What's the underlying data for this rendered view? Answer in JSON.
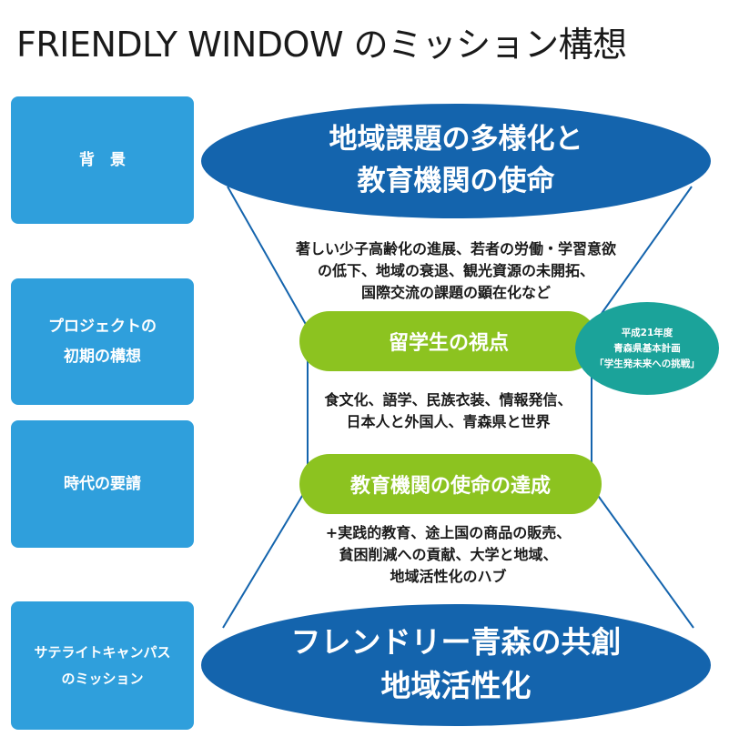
{
  "title": "FRIENDLY WINDOW のミッション構想",
  "sidebar": {
    "items": [
      {
        "lines": [
          "背　景"
        ]
      },
      {
        "lines": [
          "プロジェクトの",
          "初期の構想"
        ]
      },
      {
        "lines": [
          "時代の要請"
        ]
      },
      {
        "lines": [
          "サテライトキャンパス",
          "のミッション"
        ]
      }
    ]
  },
  "top_ellipse": {
    "lines": [
      "地域課題の多様化と",
      "教育機関の使命"
    ]
  },
  "desc_top": {
    "lines": [
      "著しい少子高齢化の進展、若者の労働・学習意欲",
      "の低下、地域の衰退、観光資源の未開拓、",
      "国際交流の課題の顕在化など"
    ]
  },
  "pill_top": {
    "label": "留学生の視点"
  },
  "badge": {
    "lines": [
      "平成21年度",
      "青森県基本計画",
      "「学生発未来への挑戦」"
    ]
  },
  "desc_mid": {
    "lines": [
      "食文化、語学、民族衣装、情報発信、",
      "日本人と外国人、青森県と世界"
    ]
  },
  "pill_bottom": {
    "label": "教育機関の使命の達成"
  },
  "desc_bottom": {
    "lines": [
      "+実践的教育、途上国の商品の販売、",
      "貧困削減への貢献、大学と地域、",
      "地域活性化のハブ"
    ]
  },
  "bottom_ellipse": {
    "lines": [
      "フレンドリー青森の共創",
      "地域活性化"
    ]
  },
  "colors": {
    "blue_dark": "#1464ad",
    "blue_side": "#2f9fdc",
    "green": "#8cc320",
    "teal": "#1ba39a"
  }
}
